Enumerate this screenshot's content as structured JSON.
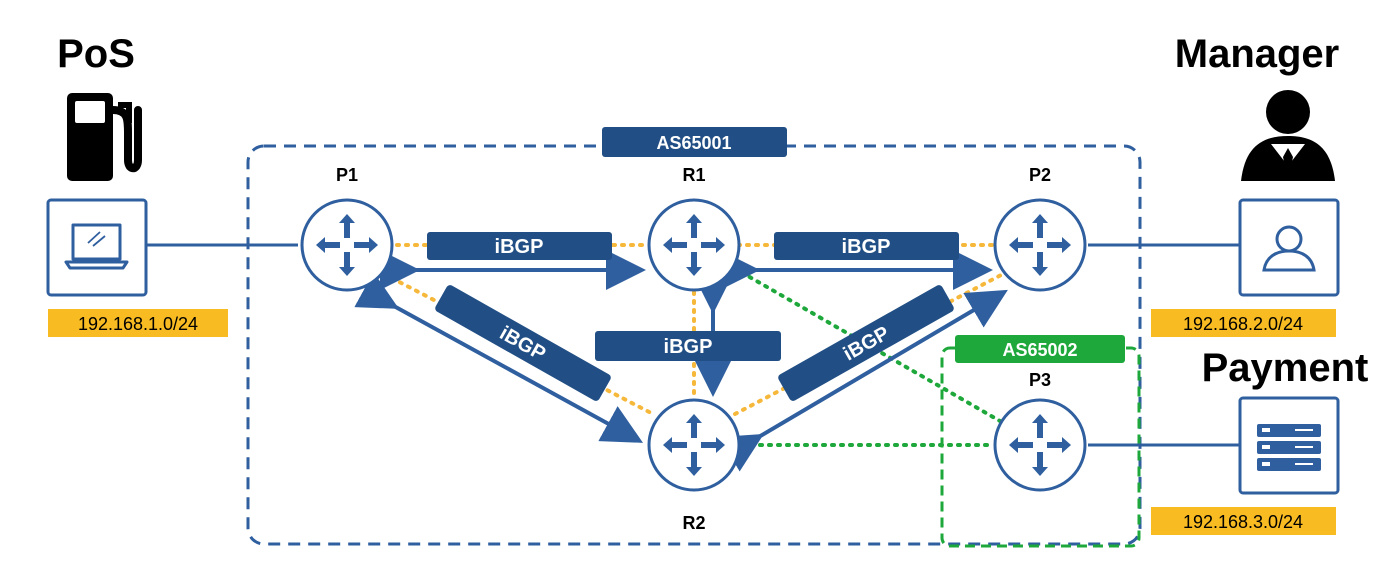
{
  "labels": {
    "pos": "PoS",
    "manager": "Manager",
    "payment": "Payment"
  },
  "subnets": {
    "pos": "192.168.1.0/24",
    "manager": "192.168.2.0/24",
    "payment": "192.168.3.0/24"
  },
  "autonomous_systems": {
    "as1": "AS65001",
    "as2": "AS65002"
  },
  "routers": {
    "p1": "P1",
    "r1": "R1",
    "p2": "P2",
    "r2": "R2",
    "p3": "P3"
  },
  "sessions": {
    "p1_r1": "iBGP",
    "r1_p2": "iBGP",
    "r1_r2": "iBGP",
    "p1_r2": "iBGP",
    "p2_r2": "iBGP"
  },
  "icons": {
    "pos": "fuel-pump-icon",
    "manager": "businessman-icon",
    "laptop": "laptop-icon",
    "user": "user-icon",
    "server": "server-icon",
    "router": "router-icon"
  },
  "colors": {
    "blue": "#2f5f9f",
    "dark_blue": "#214f85",
    "orange": "#f8bb22",
    "green": "#1ea83b",
    "dotted_orange": "#f6b83a",
    "dotted_green": "#1ea83b"
  }
}
